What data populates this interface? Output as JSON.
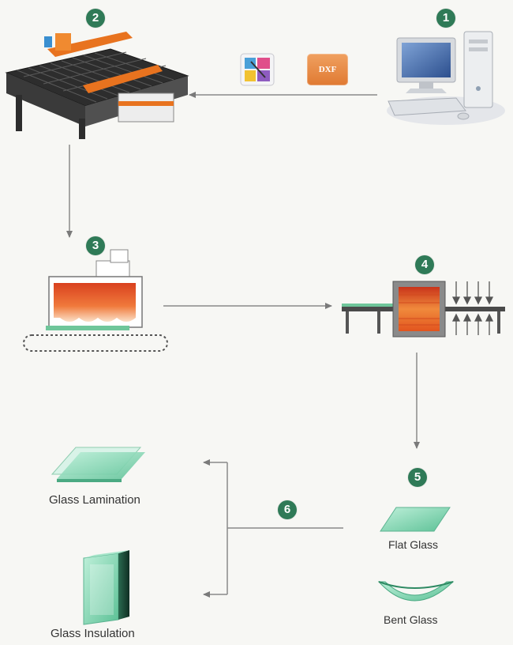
{
  "steps": {
    "s1": "1",
    "s2": "2",
    "s3": "3",
    "s4": "4",
    "s5": "5",
    "s6": "6"
  },
  "file_badge": "DXF",
  "outputs": {
    "lamination": "Glass Lamination",
    "insulation": "Glass Insulation",
    "flat": "Flat Glass",
    "bent": "Bent Glass"
  },
  "colors": {
    "badge": "#2f7a57",
    "arrow": "#8a8a8a",
    "glass": "#7fd3b0",
    "heat": "#e8622a"
  },
  "icons": [
    "computer-icon",
    "cutting-table-icon",
    "bending-furnace-icon",
    "tempering-furnace-icon",
    "file-icon"
  ]
}
